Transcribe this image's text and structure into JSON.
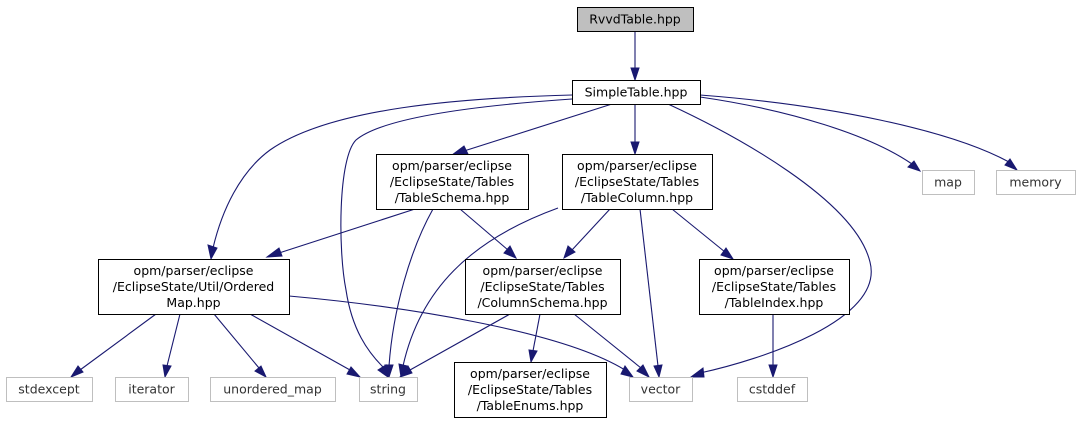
{
  "diagram": {
    "type": "include-dependency-graph",
    "colors": {
      "edge": "#191970",
      "root_fill": "#bfbfbf",
      "internal_border": "#000000",
      "external_border": "#bfbfbf"
    },
    "nodes": [
      {
        "id": "rvvd",
        "label_lines": [
          "RvvdTable.hpp"
        ],
        "kind": "root"
      },
      {
        "id": "simple",
        "label_lines": [
          "SimpleTable.hpp"
        ],
        "kind": "internal"
      },
      {
        "id": "schema",
        "label_lines": [
          "opm/parser/eclipse",
          "/EclipseState/Tables",
          "/TableSchema.hpp"
        ],
        "kind": "internal"
      },
      {
        "id": "column",
        "label_lines": [
          "opm/parser/eclipse",
          "/EclipseState/Tables",
          "/TableColumn.hpp"
        ],
        "kind": "internal"
      },
      {
        "id": "map",
        "label_lines": [
          "map"
        ],
        "kind": "external"
      },
      {
        "id": "memory",
        "label_lines": [
          "memory"
        ],
        "kind": "external"
      },
      {
        "id": "ordered",
        "label_lines": [
          "opm/parser/eclipse",
          "/EclipseState/Util/Ordered",
          "Map.hpp"
        ],
        "kind": "internal"
      },
      {
        "id": "colschema",
        "label_lines": [
          "opm/parser/eclipse",
          "/EclipseState/Tables",
          "/ColumnSchema.hpp"
        ],
        "kind": "internal"
      },
      {
        "id": "tindex",
        "label_lines": [
          "opm/parser/eclipse",
          "/EclipseState/Tables",
          "/TableIndex.hpp"
        ],
        "kind": "internal"
      },
      {
        "id": "stdexcept",
        "label_lines": [
          "stdexcept"
        ],
        "kind": "external"
      },
      {
        "id": "iterator",
        "label_lines": [
          "iterator"
        ],
        "kind": "external"
      },
      {
        "id": "unordered_map",
        "label_lines": [
          "unordered_map"
        ],
        "kind": "external"
      },
      {
        "id": "string",
        "label_lines": [
          "string"
        ],
        "kind": "external"
      },
      {
        "id": "enums",
        "label_lines": [
          "opm/parser/eclipse",
          "/EclipseState/Tables",
          "/TableEnums.hpp"
        ],
        "kind": "internal"
      },
      {
        "id": "vector",
        "label_lines": [
          "vector"
        ],
        "kind": "external"
      },
      {
        "id": "cstddef",
        "label_lines": [
          "cstddef"
        ],
        "kind": "external"
      }
    ],
    "edges": [
      {
        "from": "rvvd",
        "to": "simple"
      },
      {
        "from": "simple",
        "to": "ordered"
      },
      {
        "from": "simple",
        "to": "string"
      },
      {
        "from": "simple",
        "to": "schema"
      },
      {
        "from": "simple",
        "to": "column"
      },
      {
        "from": "simple",
        "to": "vector"
      },
      {
        "from": "simple",
        "to": "map"
      },
      {
        "from": "simple",
        "to": "memory"
      },
      {
        "from": "schema",
        "to": "ordered"
      },
      {
        "from": "schema",
        "to": "string"
      },
      {
        "from": "schema",
        "to": "colschema"
      },
      {
        "from": "column",
        "to": "string"
      },
      {
        "from": "column",
        "to": "colschema"
      },
      {
        "from": "column",
        "to": "vector"
      },
      {
        "from": "column",
        "to": "tindex"
      },
      {
        "from": "ordered",
        "to": "stdexcept"
      },
      {
        "from": "ordered",
        "to": "iterator"
      },
      {
        "from": "ordered",
        "to": "unordered_map"
      },
      {
        "from": "ordered",
        "to": "string"
      },
      {
        "from": "ordered",
        "to": "vector"
      },
      {
        "from": "colschema",
        "to": "string"
      },
      {
        "from": "colschema",
        "to": "enums"
      },
      {
        "from": "colschema",
        "to": "vector"
      },
      {
        "from": "tindex",
        "to": "cstddef"
      }
    ]
  }
}
